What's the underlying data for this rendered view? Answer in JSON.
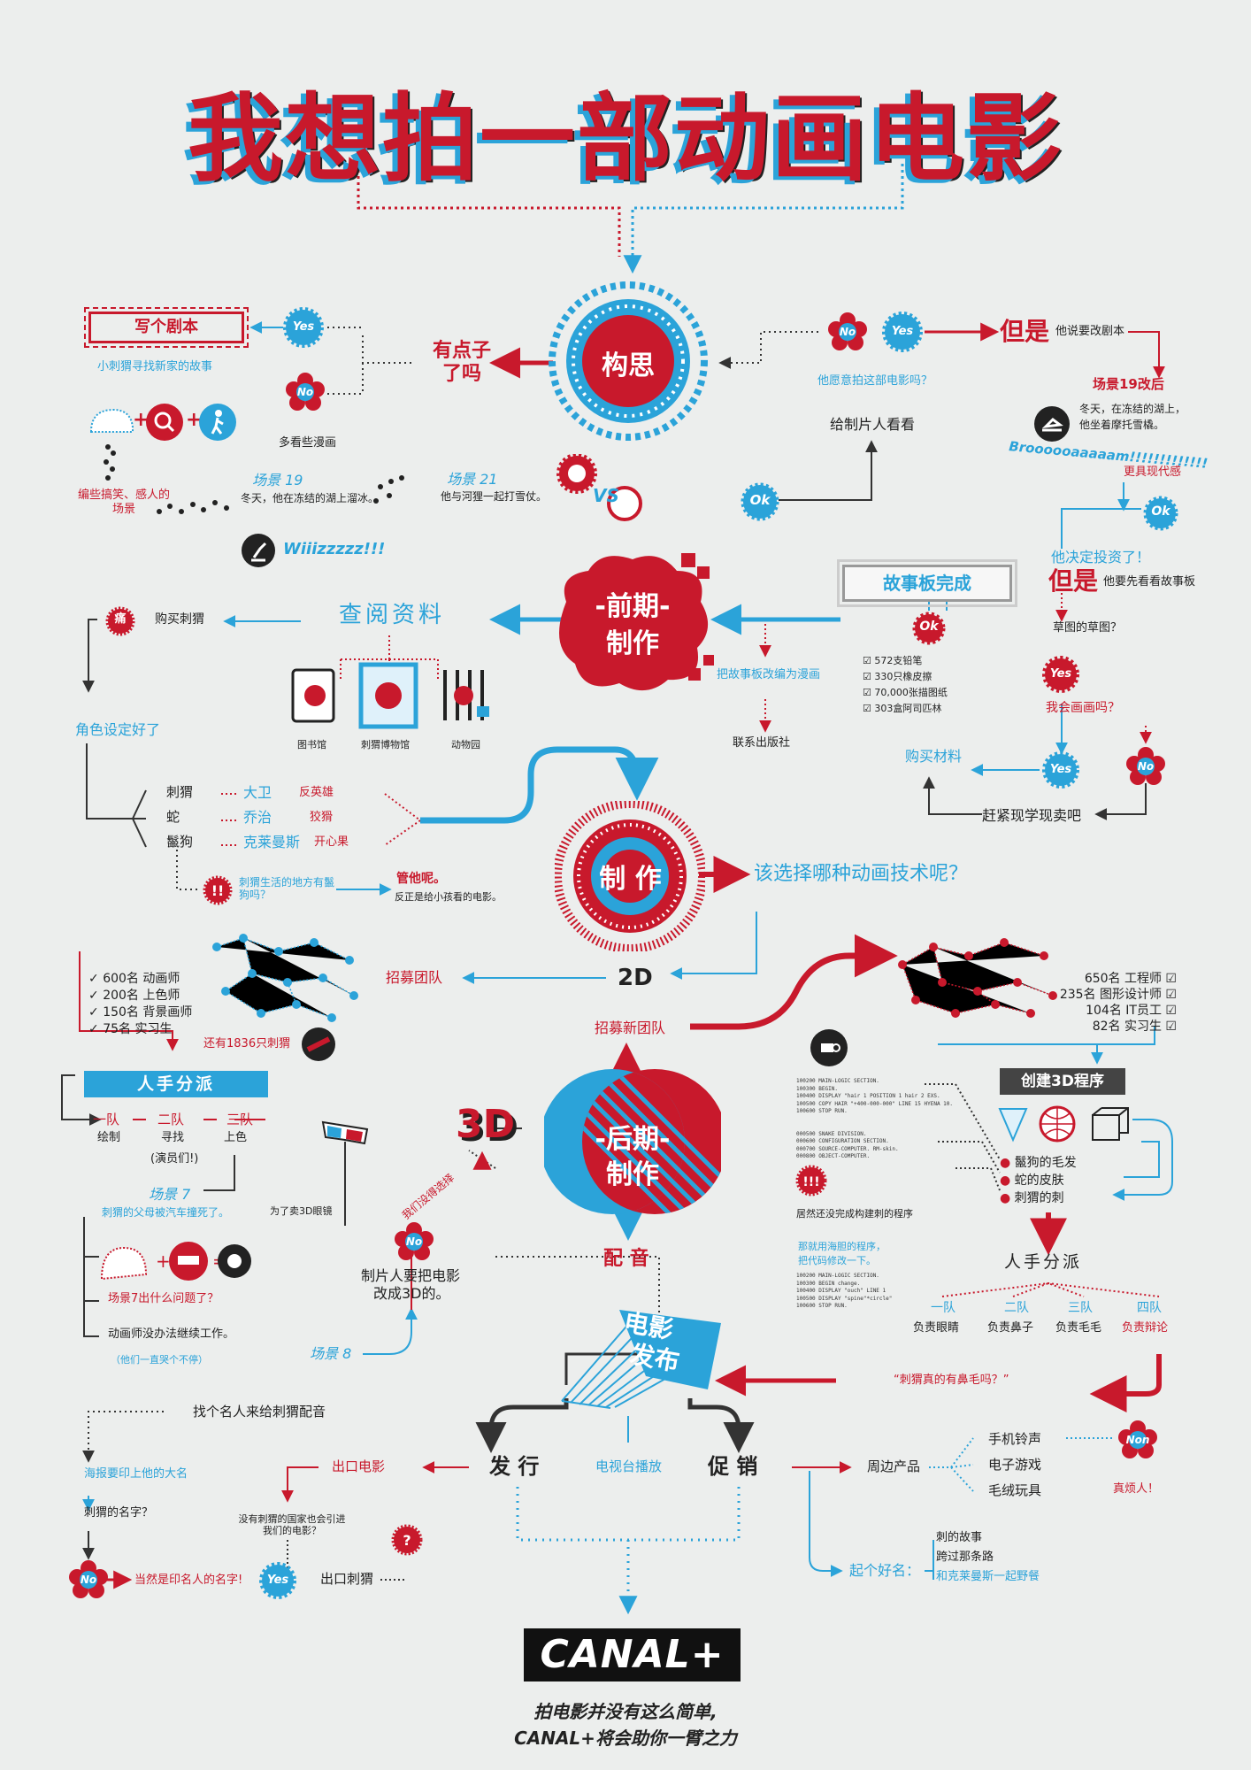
{
  "title": "我想拍一部动画电影",
  "concept": {
    "core": "构思",
    "question": "有点子了吗",
    "yes": "Yes",
    "no": "No",
    "write_script": "写个剧本",
    "story_idea": "小刺猬寻找新家的故事",
    "read_comics": "多看些漫画",
    "funny_scenes": "编些搞笑、感人的场景",
    "scene19_label": "场景 19",
    "scene19_text": "冬天，他在冻结的湖上溜冰。",
    "scene21_label": "场景 21",
    "scene21_text": "他与河狸一起打雪仗。",
    "wiii": "Wiiizzzzz!!!",
    "vs": "VS",
    "ok": "Ok",
    "show_producer": "给制片人看看",
    "producer_q": "他愿意拍这部电影吗？",
    "but": "但是",
    "change_script": "他说要改剧本",
    "scene19_changed": "场景19改后",
    "scene19_changed_text1": "冬天，在冻结的湖上，",
    "scene19_changed_text2": "他坐着摩托雪橇。",
    "vroom": "Broooooaaaaam!!!!!!!!!!!!!",
    "modern": "更具现代感"
  },
  "preproduction": {
    "core_line1": "-前期-",
    "core_line2": "制作",
    "research": "查阅资料",
    "buy_hedgehog": "购买刺猬",
    "pain": "痛",
    "library": "图书馆",
    "museum": "刺猬博物馆",
    "zoo": "动物园",
    "character_done": "角色设定好了",
    "storyboard_done": "故事板完成",
    "adapt_comic": "把故事板改编为漫画",
    "contact_publisher": "联系出版社",
    "invest": "他决定投资了！",
    "but2": "但是",
    "see_storyboard": "他要先看看故事板",
    "sketch_of_sketch": "草图的草图？",
    "can_draw": "我会画画吗？",
    "buy_materials": "购买材料",
    "learn_now": "赶紧现学现卖吧",
    "materials": [
      "572支铅笔",
      "330只橡皮擦",
      "70,000张描图纸",
      "303盒阿司匹林"
    ]
  },
  "cast": {
    "rows": [
      {
        "animal": "刺猬",
        "actor": "大卫",
        "role": "反英雄"
      },
      {
        "animal": "蛇",
        "actor": "乔治",
        "role": "狡猾"
      },
      {
        "animal": "鬣狗",
        "actor": "克莱曼斯",
        "role": "开心果"
      }
    ],
    "question": "刺猬生活的地方有鬣狗吗？",
    "answer_title": "管他呢。",
    "answer_text": "反正是给小孩看的电影。"
  },
  "production": {
    "core": "制 作",
    "which_tech": "该选择哪种动画技术呢？",
    "label_2d": "2D",
    "recruit": "招募团队",
    "team_2d": [
      "600名 动画师",
      "200名 上色师",
      "150名 背景画师",
      "75名 实习生"
    ],
    "still_hedgehogs": "还有1836只刺猬",
    "assign": "人手分派",
    "team1": "一队",
    "team1_task": "绘制",
    "team2": "二队",
    "team2_task1": "寻找",
    "team2_task2": "(演员们!)",
    "team3": "三队",
    "team3_task": "上色",
    "scene7_label": "场景 7",
    "scene7_text": "刺猬的父母被汽车撞死了。",
    "scene7_problem": "场景7出什么问题了？",
    "animators_cant": "动画师没办法继续工作。",
    "they_cry": "（他们一直哭个不停）",
    "scene8_label": "场景 8",
    "recruit_new": "招募新团队",
    "team_3d": [
      "650名 工程师",
      "235名 图形设计师",
      "104名 IT员工",
      "82名 实习生"
    ]
  },
  "post": {
    "core_line1": "-后期-",
    "core_line2": "制作",
    "label_3d": "3D",
    "no_choice": "我们没得选择",
    "sell_glasses": "为了卖3D眼镜",
    "producer_3d_line1": "制片人要把电影",
    "producer_3d_line2": "改成3D的。",
    "voice": "配 音",
    "create_3d": "创建3D程序",
    "features": [
      "鬣狗的毛发",
      "蛇的皮肤",
      "刺猬的刺"
    ],
    "not_built": "居然还没完成构建刺的程序",
    "old_code_line1": "那就用海胆的程序，",
    "old_code_line2": "把代码修改一下。",
    "assign2": "人手分派",
    "assign_teams": [
      {
        "team": "一队",
        "task": "负责眼睛"
      },
      {
        "team": "二队",
        "task": "负责鼻子"
      },
      {
        "team": "三队",
        "task": "负责毛毛"
      },
      {
        "team": "四队",
        "task": "负责辩论"
      }
    ],
    "nose_hair_q": "“刺猬真的有鼻毛吗？”"
  },
  "release": {
    "core_line1": "电影",
    "core_line2": "发布",
    "distribution": "发 行",
    "tv": "电视台播放",
    "promotion": "促 销",
    "celebrity_voice": "找个名人来给刺猬配音",
    "poster_name": "海报要印上他的大名",
    "hedgehog_name": "刺猬的名字？",
    "celebrity_name": "当然是印名人的名字!",
    "export": "出口电影",
    "no_hedgehog_country": "没有刺猬的国家也会引进我们的电影？",
    "export_hedgehog": "出口刺猬",
    "merch": "周边产品",
    "merch_items": [
      "手机铃声",
      "电子游戏",
      "毛绒玩具"
    ],
    "non": "Non",
    "really_yes": "真烦人！",
    "good_name": "起个好名：",
    "name_options": [
      "刺的故事",
      "跨过那条路",
      "和克莱曼斯一起野餐"
    ]
  },
  "footer": {
    "brand": "CANAL+",
    "line1": "拍电影并没有这么简单,",
    "line2": "CANAL+将会助你一臂之力"
  },
  "code_snippet": [
    "100200 MAIN-LOGIC SECTION.",
    "100300 BEGIN.",
    "100400   DISPLAY \"hair 1 POSITION 1 hair 2 EXS.",
    "100500   COPY HAIR \"+400-000-000\" LINE 15 HYENA 10.",
    "100600   STOP RUN.",
    "",
    "000500 SNAKE DIVISION.",
    "000600 CONFIGURATION SECTION.",
    "000700 SOURCE-COMPUTER. RM-skin.",
    "000800 OBJECT-COMPUTER.",
    "",
    "100200 MAIN-LOGIC SECTION.",
    "100300 BEGIN change.",
    "100400 DISPLAY \"ouch\" LINE 1",
    "100500 DISPLAY \"spine\"*circle\"",
    "100600 STOP RUN."
  ]
}
